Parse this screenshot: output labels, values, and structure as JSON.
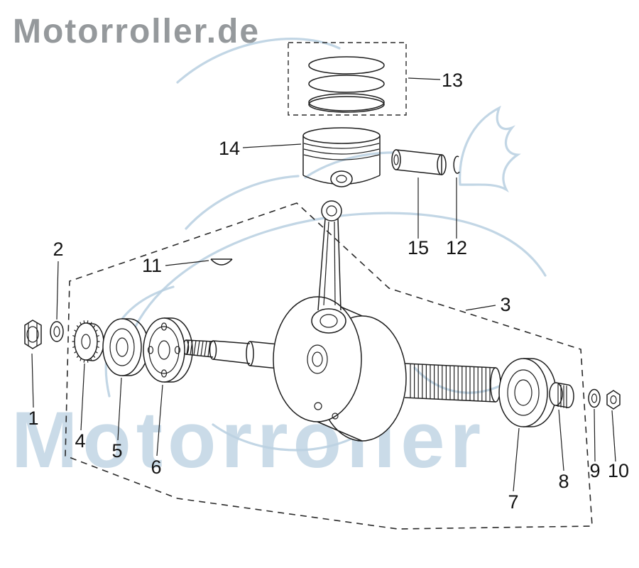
{
  "watermarks": {
    "top_brand": "Motorroller.de",
    "bottom_brand": "Motorroller",
    "gray_color": "#8d9194",
    "blue_color": "#bcd2e2"
  },
  "diagram": {
    "type": "exploded-parts-diagram",
    "line_color": "#1e1e1e",
    "part_labels": [
      "1",
      "2",
      "3",
      "4",
      "5",
      "6",
      "7",
      "8",
      "9",
      "10",
      "11",
      "12",
      "13",
      "14",
      "15"
    ]
  }
}
